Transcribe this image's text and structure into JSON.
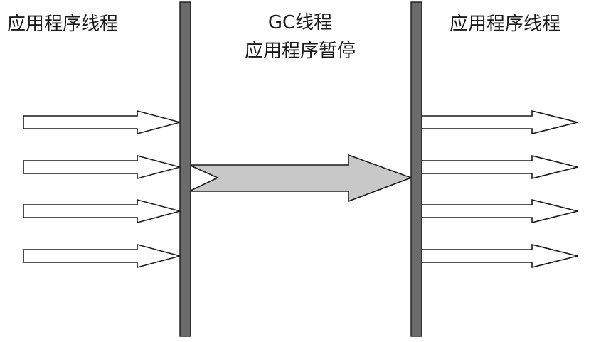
{
  "labels": {
    "left": "应用程序线程",
    "middle_line1": "GC线程",
    "middle_line2": "应用程序暂停",
    "right": "应用程序线程"
  },
  "diagram": {
    "left_thread_arrow_count": 4,
    "right_thread_arrow_count": 4,
    "gc_arrow_count": 1
  },
  "colors": {
    "bar_fill": "#6b6b6b",
    "gc_arrow_fill": "#c8c8c8",
    "app_arrow_fill": "#ffffff",
    "stroke": "#1a1a1a"
  }
}
